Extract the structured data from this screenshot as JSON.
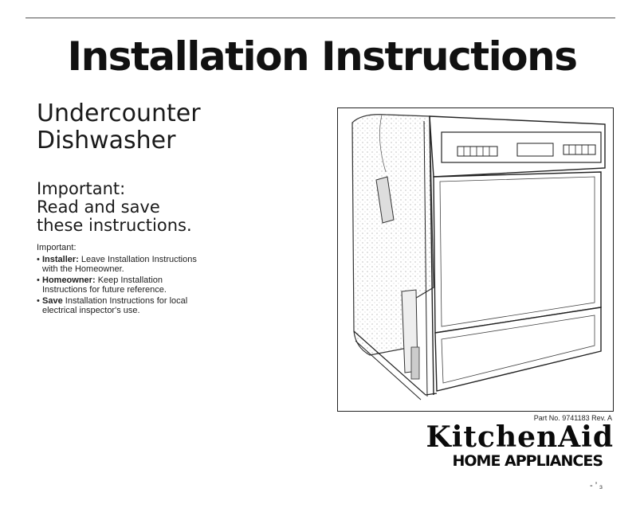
{
  "header": {
    "title": "Installation Instructions"
  },
  "product": {
    "line1": "Undercounter",
    "line2": "Dishwasher"
  },
  "important": {
    "line1": "Important:",
    "line2": "Read and save",
    "line3": "these instructions."
  },
  "notes": {
    "label": "Important:",
    "items": [
      {
        "bold": "Installer:",
        "text": "Leave Installation Instructions with the Homeowner."
      },
      {
        "bold": "Homeowner:",
        "text": "Keep Installation Instructions for future reference."
      },
      {
        "bold": "Save",
        "text": "Installation Instructions for local electrical inspector's use."
      }
    ]
  },
  "figure": {
    "icon": "dishwasher-illustration"
  },
  "part": {
    "number": "Part No. 9741183 Rev. A"
  },
  "brand": {
    "name": "KitchenAid",
    "subtitle": "HOME APPLIANCES"
  },
  "footer": {
    "mark": "- ’ ₃"
  }
}
